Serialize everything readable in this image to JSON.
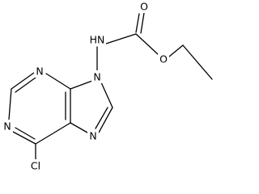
{
  "molecule": {
    "atoms": [
      {
        "id": "o_carbonyl",
        "label": "O"
      },
      {
        "id": "nh",
        "label": "HN"
      },
      {
        "id": "o_ester",
        "label": "O"
      },
      {
        "id": "n9",
        "label": "N"
      },
      {
        "id": "n3",
        "label": "N"
      },
      {
        "id": "n1",
        "label": "N"
      },
      {
        "id": "n7",
        "label": "N"
      },
      {
        "id": "cl",
        "label": "Cl"
      }
    ]
  }
}
